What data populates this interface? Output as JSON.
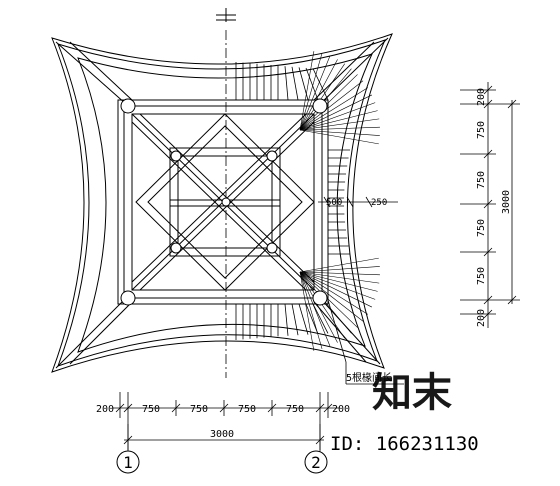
{
  "plan": {
    "dim_bottom": {
      "segments": [
        "200",
        "750",
        "750",
        "750",
        "750",
        "200"
      ],
      "total": "3000"
    },
    "dim_right": {
      "segments": [
        "200",
        "750",
        "750",
        "750",
        "750",
        "200"
      ],
      "total": "3000"
    },
    "eave_dims": {
      "a": "500",
      "b": "250"
    },
    "rafter_note": "5根椽间长",
    "grid_axes": {
      "left": "1",
      "right": "2"
    }
  },
  "watermark": {
    "logo_text": "知末",
    "id_text": "ID: 166231130",
    "color": "#c8c8c8"
  },
  "colors": {
    "line": "#000000",
    "background": "#ffffff"
  }
}
